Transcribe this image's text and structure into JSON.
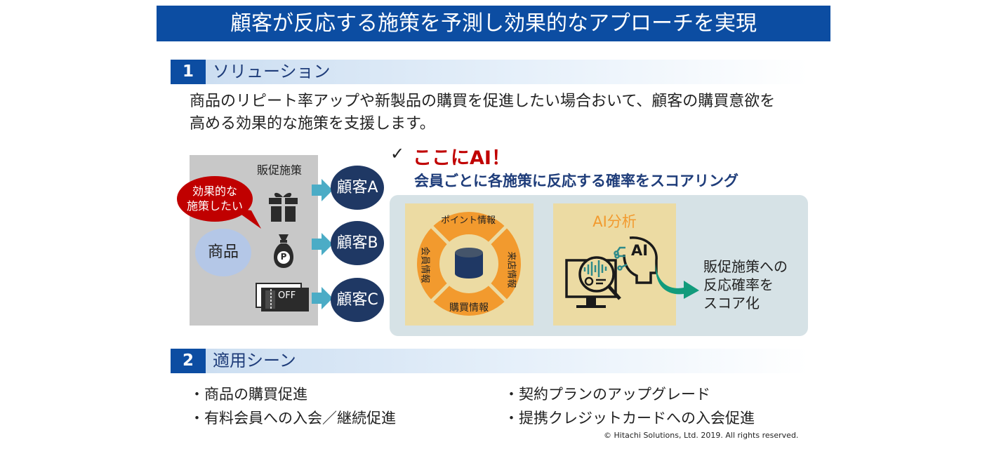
{
  "title": "顧客が反応する施策を予測し効果的なアプローチを実現",
  "section1": {
    "num": "1",
    "title": "ソリューション"
  },
  "description": {
    "line1": "商品のリピート率アップや新製品の購買を促進したい場合おいて、顧客の購買意欲を",
    "line2": "高める効果的な施策を支援します。"
  },
  "left_panel": {
    "label": "販促施策",
    "speech": {
      "line1": "効果的な",
      "line2": "施策したい"
    },
    "product": "商品",
    "coupon_label": "OFF",
    "money_label": "P"
  },
  "customers": [
    "顧客A",
    "顧客B",
    "顧客C"
  ],
  "ai_section": {
    "check": "✓",
    "heading": "ここにAI！",
    "subheading": "会員ごとに各施策に反応する確率をスコアリング"
  },
  "ring": {
    "top": "ポイント情報",
    "right": "来店情報",
    "bottom": "購買情報",
    "left": "会員情報"
  },
  "ai_analysis": {
    "label": "AI分析",
    "badge": "AI"
  },
  "result": {
    "line1": "販促施策への",
    "line2": "反応確率を",
    "line3": "スコア化"
  },
  "section2": {
    "num": "2",
    "title": "適用シーン"
  },
  "scenes": [
    "・商品の購買促進",
    "・有料会員への入会／継続促進",
    "・契約プランのアップグレード",
    "・提携クレジットカードへの入会促進"
  ],
  "copyright": "© Hitachi Solutions, Ltd. 2019. All rights reserved.",
  "colors": {
    "brand": "#0c4da2",
    "accent_red": "#c00000",
    "ring": "#f29a2e",
    "arrow": "#4bacc6"
  }
}
